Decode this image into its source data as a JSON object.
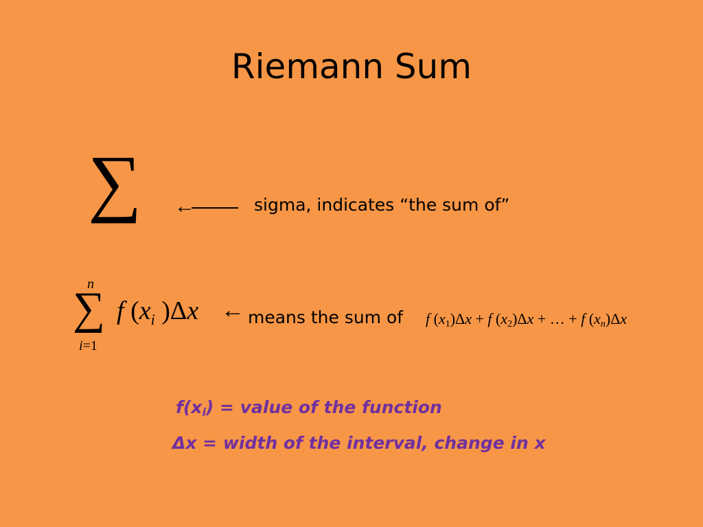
{
  "slide": {
    "title": "Riemann Sum",
    "sigma_symbol": "∑",
    "left_arrow": "←",
    "sigma_description": "sigma, indicates “the sum of”",
    "summation": {
      "symbol": "∑",
      "upper_limit": "n",
      "lower_index": "i",
      "lower_eq": "=",
      "lower_start": "1",
      "expr_f": "f",
      "expr_open": " (",
      "expr_x": "x",
      "expr_sub": "i",
      "expr_close": " )",
      "expr_delta": "Δ",
      "expr_dx": "x"
    },
    "means_text": "means the sum of",
    "expansion": {
      "t1_f": "f",
      "t1_open": " (",
      "t1_x": "x",
      "t1_sub": "1",
      "t1_close": ")Δ",
      "t1_dx": "x",
      "plus1": " + ",
      "t2_f": "f",
      "t2_open": " (",
      "t2_x": "x",
      "t2_sub": "2",
      "t2_close": ")Δ",
      "t2_dx": "x",
      "plus2": " + … + ",
      "t3_f": "f",
      "t3_open": " (",
      "t3_x": "x",
      "t3_sub": "n",
      "t3_close": ")Δ",
      "t3_dx": "x"
    },
    "def1": {
      "prefix": "f(x",
      "sub": "i",
      "suffix": ") = value of the function"
    },
    "def2": "Δx = width of the interval, change in x"
  },
  "colors": {
    "background": "#F79646",
    "definition_text": "#7030A0"
  }
}
